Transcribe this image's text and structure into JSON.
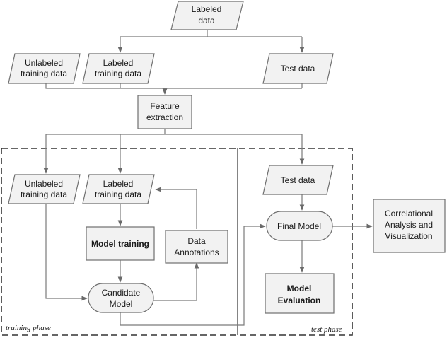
{
  "nodes": {
    "labeled_data_top": [
      "Labeled",
      "data"
    ],
    "unlabeled_training_top": [
      "Unlabeled",
      "training data"
    ],
    "labeled_training_top": [
      "Labeled",
      "training data"
    ],
    "test_data_top": [
      "Test data"
    ],
    "feature_extraction": [
      "Feature",
      "extraction"
    ],
    "unlabeled_training_inner": [
      "Unlabeled",
      "training data"
    ],
    "labeled_training_inner": [
      "Labeled",
      "training data"
    ],
    "model_training": [
      "Model training"
    ],
    "data_annotations": [
      "Data",
      "Annotations"
    ],
    "candidate_model": [
      "Candidate",
      "Model"
    ],
    "test_data_inner": [
      "Test data"
    ],
    "final_model": [
      "Final Model"
    ],
    "model_evaluation": [
      "Model",
      "Evaluation"
    ],
    "correlational": [
      "Correlational",
      "Analysis and",
      "Visualization"
    ]
  },
  "phases": {
    "training": "training phase",
    "test": "test phase"
  }
}
